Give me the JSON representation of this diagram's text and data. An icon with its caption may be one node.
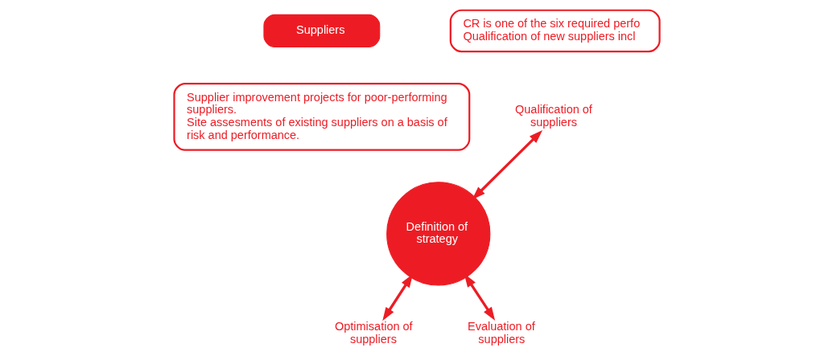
{
  "diagram": {
    "nodes": [
      {
        "text": [
          "Suppliers"
        ]
      },
      {
        "text": [
          "CR is one of the six required perfo",
          "Qualification of new suppliers incl"
        ]
      },
      {
        "text": [
          "Supplier improvement projects for poor-performing suppliers.",
          "Site assesments of existing suppliers on a basis of risk and performance."
        ]
      },
      {
        "text": [
          "Qualification of suppliers"
        ]
      },
      {
        "text": [
          "Definition of strategy"
        ]
      },
      {
        "text": [
          "Optimisation of suppliers"
        ]
      },
      {
        "text": [
          "Evaluation of suppliers"
        ]
      }
    ],
    "edges": [
      {
        "from": 4,
        "to": 3,
        "arrow": "both"
      },
      {
        "from": 4,
        "to": 5,
        "arrow": "both"
      },
      {
        "from": 4,
        "to": 6,
        "arrow": "both"
      }
    ]
  }
}
